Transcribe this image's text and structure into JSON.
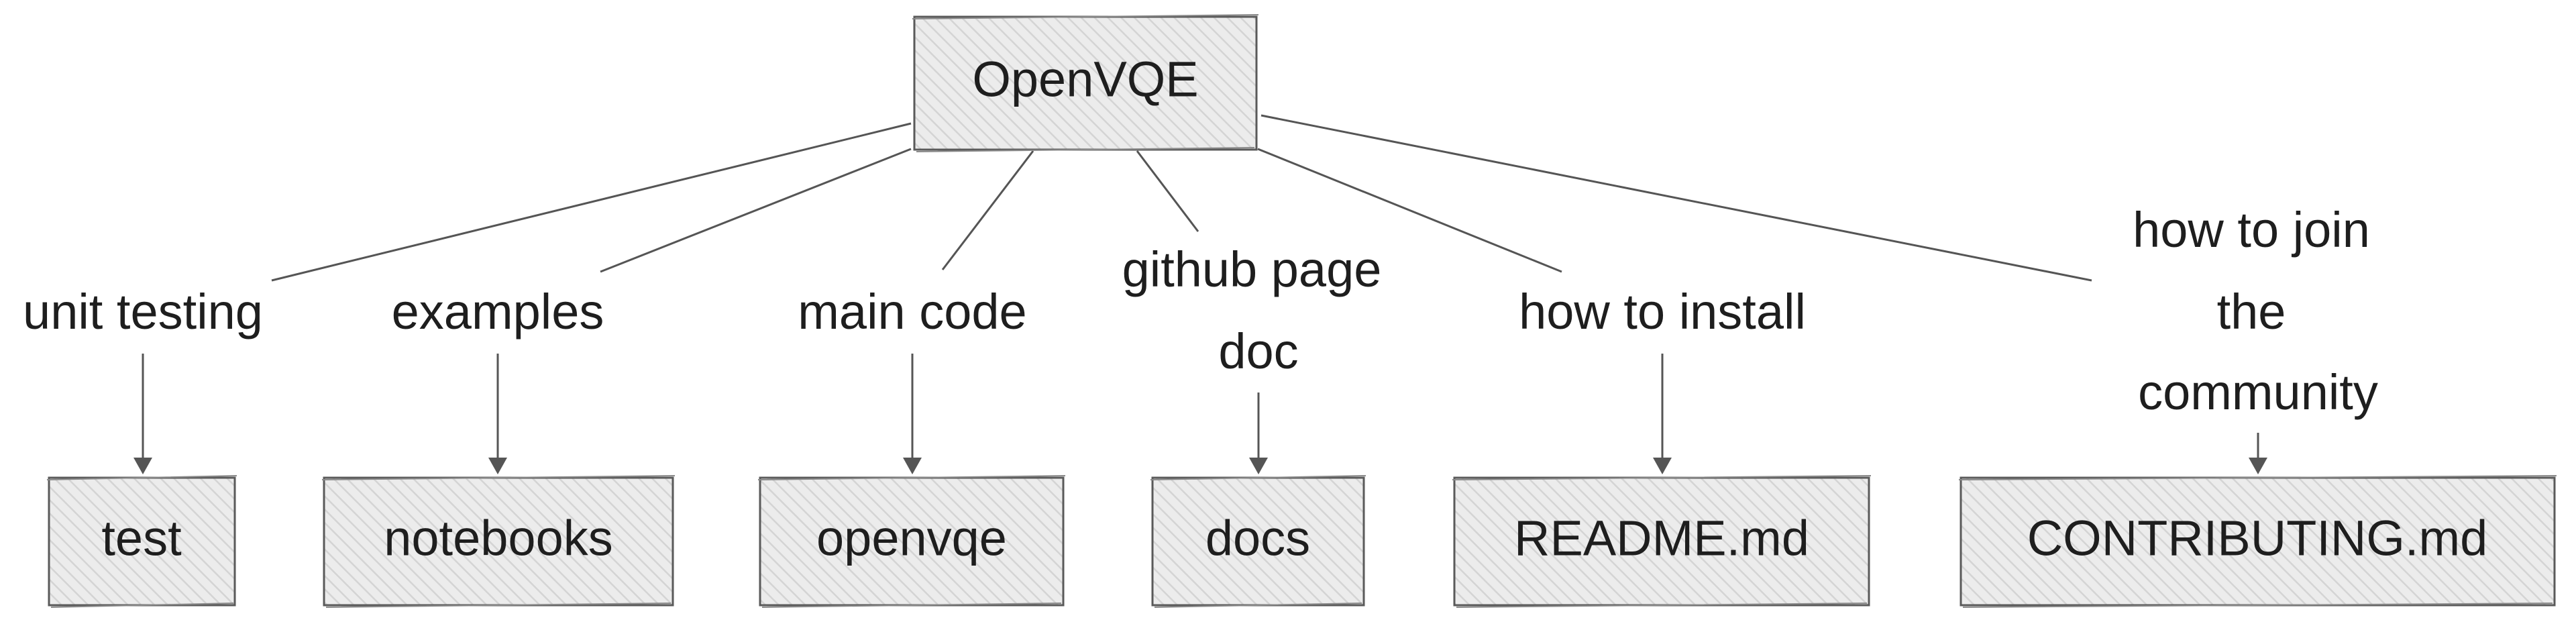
{
  "root": {
    "label": "OpenVQE"
  },
  "branches": [
    {
      "id": "unit-testing",
      "category": [
        "unit testing"
      ],
      "target": "test"
    },
    {
      "id": "examples",
      "category": [
        "examples"
      ],
      "target": "notebooks"
    },
    {
      "id": "main-code",
      "category": [
        "main code"
      ],
      "target": "openvqe"
    },
    {
      "id": "github-page-doc",
      "category": [
        "github page",
        "doc"
      ],
      "target": "docs"
    },
    {
      "id": "how-to-install",
      "category": [
        "how to install"
      ],
      "target": "README.md"
    },
    {
      "id": "how-to-join",
      "category": [
        "how to join",
        "the",
        "community"
      ],
      "target": "CONTRIBUTING.md"
    }
  ],
  "colors": {
    "box_fill": "#e8e8e8",
    "stroke": "#555555",
    "text": "#1e1e1e"
  }
}
